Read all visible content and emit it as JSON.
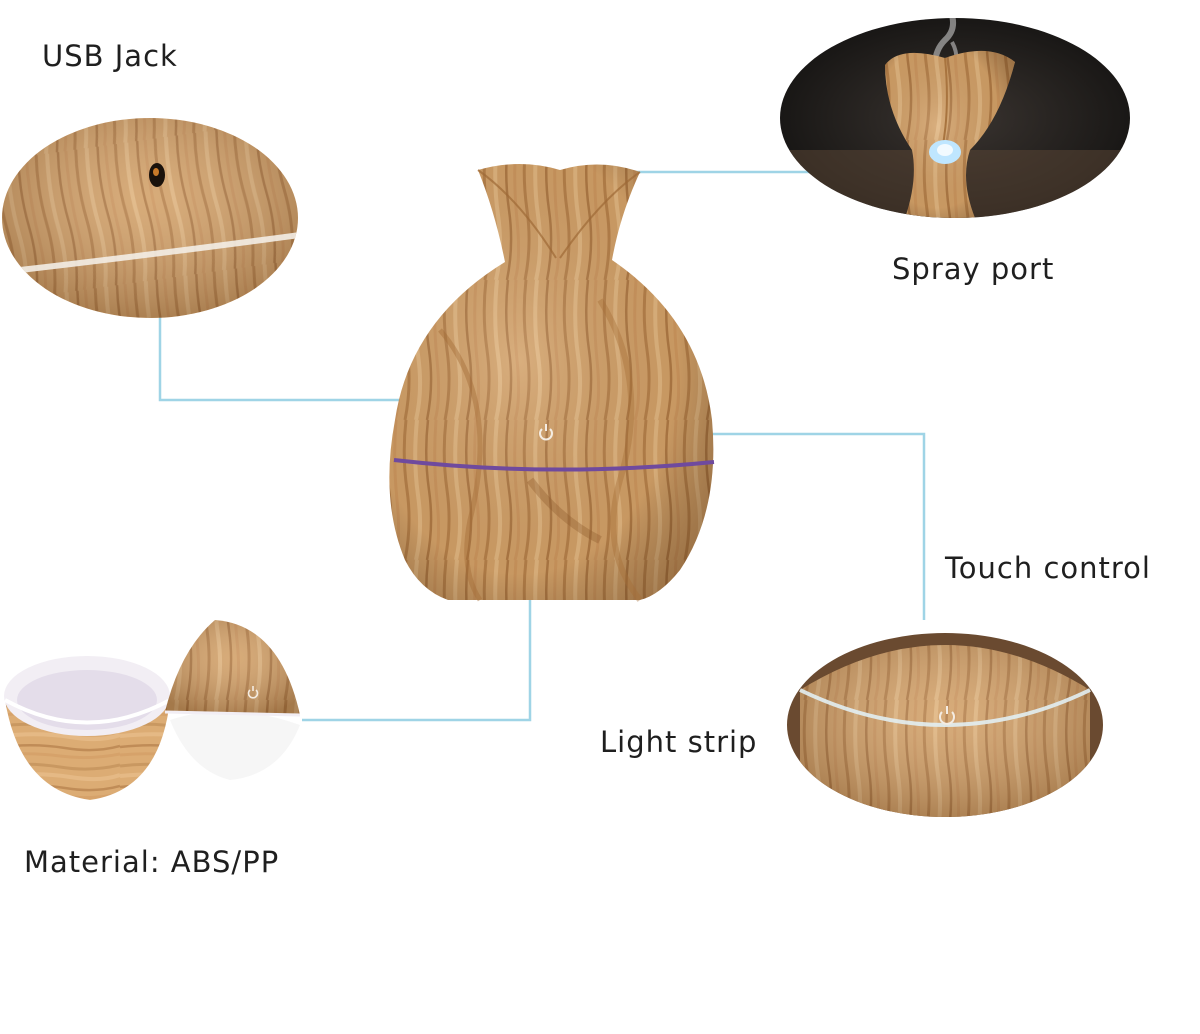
{
  "labels": {
    "usb_jack": "USB Jack",
    "spray_port": "Spray port",
    "touch_control": "Touch control",
    "light_strip": "Light strip",
    "material": "Material: ABS/PP"
  },
  "icons": {
    "power": "power-icon"
  },
  "colors": {
    "wood_light": "#e2b47c",
    "wood_mid": "#c98f52",
    "wood_dark": "#9c6632",
    "connector_line": "#9fd4e6",
    "light_strip": "#6f4a9e",
    "spray_background": "#1c1a18",
    "label_text": "#1f1f1f"
  }
}
